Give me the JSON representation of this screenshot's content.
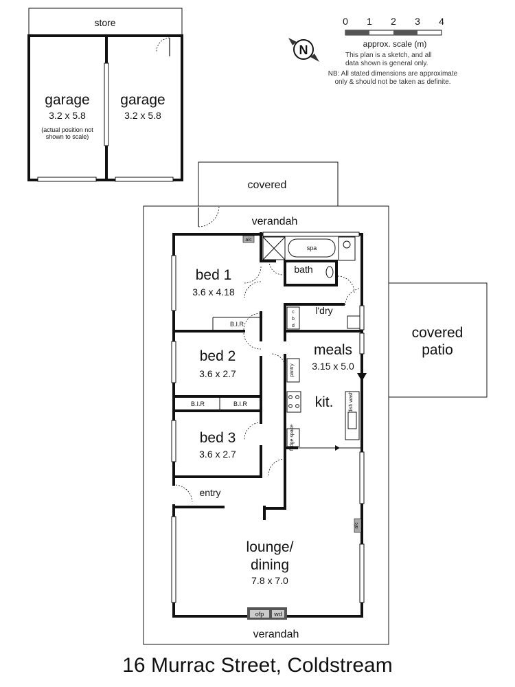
{
  "title": "16 Murrac Street, Coldstream",
  "scale": {
    "heading": "approx. scale (m)",
    "ticks": [
      "0",
      "1",
      "2",
      "3",
      "4"
    ],
    "note1": "This plan is a sketch, and all",
    "note2": "data shown is general only.",
    "nb1": "NB: All stated dimensions are approximate",
    "nb2": "only & should not be taken as definite."
  },
  "compass": "N",
  "garages": {
    "store": "store",
    "garage1": {
      "name": "garage",
      "dims": "3.2 x 5.8",
      "note1": "(actual position not",
      "note2": "shown to scale)"
    },
    "garage2": {
      "name": "garage",
      "dims": "3.2 x 5.8"
    }
  },
  "outdoor": {
    "covered": "covered",
    "verandah_top": "verandah",
    "covered_patio_1": "covered",
    "covered_patio_2": "patio",
    "verandah_bottom": "verandah"
  },
  "rooms": {
    "bed1": {
      "name": "bed 1",
      "dims": "3.6 x 4.18"
    },
    "bed2": {
      "name": "bed 2",
      "dims": "3.6 x 2.7"
    },
    "bed3": {
      "name": "bed 3",
      "dims": "3.6 x 2.7"
    },
    "bath": "bath",
    "spa": "spa",
    "laundry": "l'dry",
    "meals": {
      "name": "meals",
      "dims": "3.15 x 5.0"
    },
    "kitchen": "kit.",
    "entry": "entry",
    "lounge": {
      "line1": "lounge/",
      "line2": "dining",
      "dims": "7.8 x 7.0"
    }
  },
  "fixtures": {
    "ac_top": "a/c",
    "ac_lounge": "a/c",
    "bir": "B.I.R",
    "pantry": "pantry",
    "fridge": "fridge space",
    "dishwasher": "dish wash",
    "cbd_c": "c",
    "cbd_b": "b",
    "cbd_d": "d",
    "ofp": "ofp",
    "wd": "wd"
  }
}
